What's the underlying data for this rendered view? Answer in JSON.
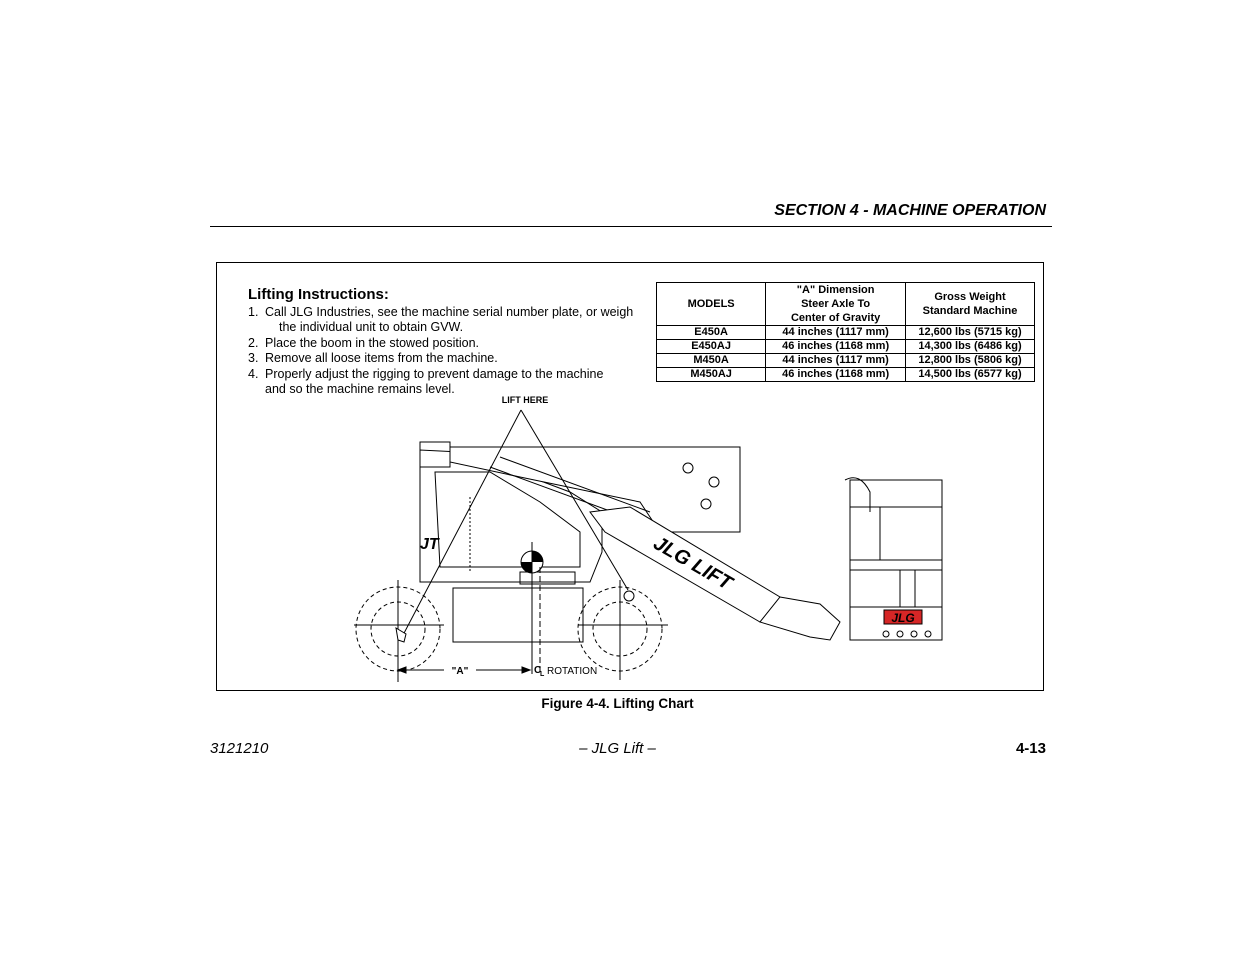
{
  "header": {
    "section_title": "SECTION 4 - MACHINE OPERATION"
  },
  "instructions": {
    "title": "Lifting Instructions:",
    "items": [
      {
        "num": "1.",
        "text": "Call JLG Industries, see the machine serial number plate, or weigh",
        "text2": "the individual unit to obtain GVW."
      },
      {
        "num": "2.",
        "text": "Place the boom in the stowed position."
      },
      {
        "num": "3.",
        "text": "Remove all loose items from the machine."
      },
      {
        "num": "4.",
        "text": "Properly adjust the rigging to prevent damage to the machine",
        "text2": "and so the machine remains level."
      }
    ]
  },
  "table": {
    "headers": [
      "MODELS",
      "\"A\" Dimension",
      "Steer Axle To",
      "Center of Gravity",
      "Gross Weight",
      "Standard Machine"
    ],
    "rows": [
      [
        "E450A",
        "44 inches (1117 mm)",
        "12,600 lbs (5715 kg)"
      ],
      [
        "E450AJ",
        "46 inches (1168 mm)",
        "14,300 lbs (6486 kg)"
      ],
      [
        "M450A",
        "44 inches (1117 mm)",
        "12,800 lbs (5806 kg)"
      ],
      [
        "M450AJ",
        "46 inches (1168 mm)",
        "14,500 lbs (6577 kg)"
      ]
    ]
  },
  "diagram": {
    "lift_here": "LIFT HERE",
    "dim_a": "\"A\"",
    "centerline": "C",
    "centerline_sub": "L",
    "rotation": "ROTATION",
    "boom_logo": "JLG LIFT",
    "platform_logo": "JLG"
  },
  "caption": "Figure 4-4. Lifting Chart",
  "footer": {
    "doc_number": "3121210",
    "center_text": "– JLG Lift –",
    "page_number": "4-13"
  }
}
